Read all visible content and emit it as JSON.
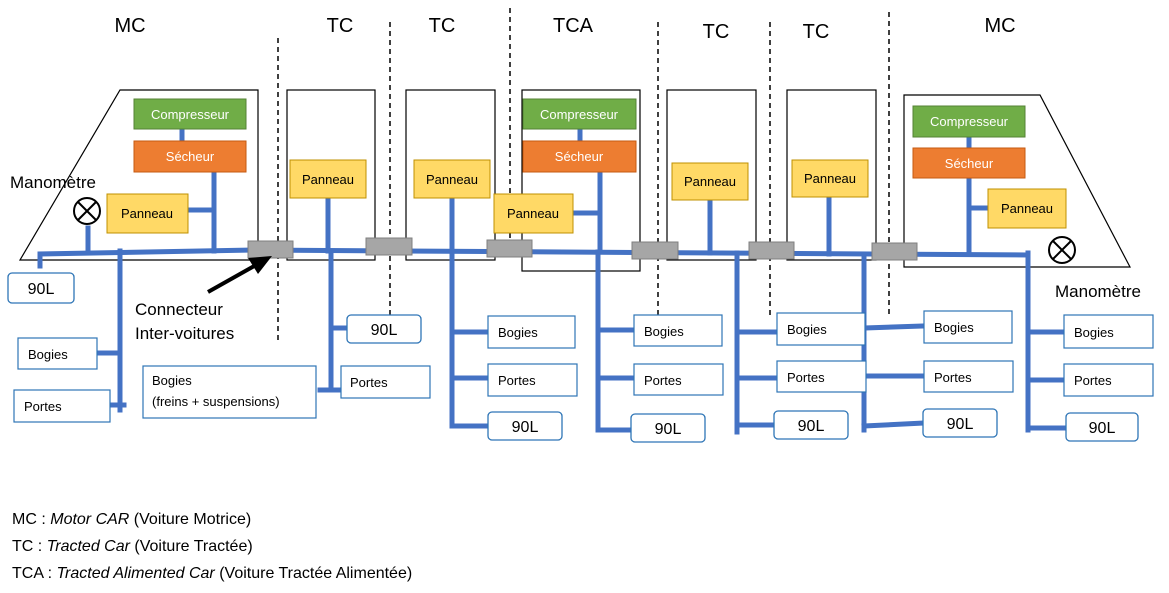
{
  "cars": [
    {
      "label": "MC"
    },
    {
      "label": "TC"
    },
    {
      "label": "TC"
    },
    {
      "label": "TCA"
    },
    {
      "label": "TC"
    },
    {
      "label": "TC"
    },
    {
      "label": "MC"
    }
  ],
  "labels": {
    "compressor": "Compresseur",
    "dryer": "Sécheur",
    "panel": "Panneau",
    "bogies": "Bogies",
    "doors": "Portes",
    "tank": "90L",
    "gauge": "Manomètre",
    "bogies_detail_line1": "Bogies",
    "bogies_detail_line2": "(freins + suspensions)",
    "connector_line1": "Connecteur",
    "connector_line2": "Inter-voitures"
  },
  "legend": [
    {
      "abbr": "MC",
      "sep": " : ",
      "term": "Motor CAR",
      "desc": " (Voiture Motrice)"
    },
    {
      "abbr": "TC",
      "sep": " : ",
      "term": "Tracted Car",
      "desc": " (Voiture Tractée)"
    },
    {
      "abbr": "TCA",
      "sep": " : ",
      "term": "Tracted Alimented Car",
      "desc": " (Voiture Tractée Alimentée)"
    }
  ],
  "colors": {
    "pipe": "#4472C4",
    "compressor": "#70AD47",
    "dryer": "#ED7D31",
    "panel": "#FFD966",
    "panel_border": "#BF9000",
    "connector": "#A6A6A6",
    "box_border": "#2E75B6"
  }
}
